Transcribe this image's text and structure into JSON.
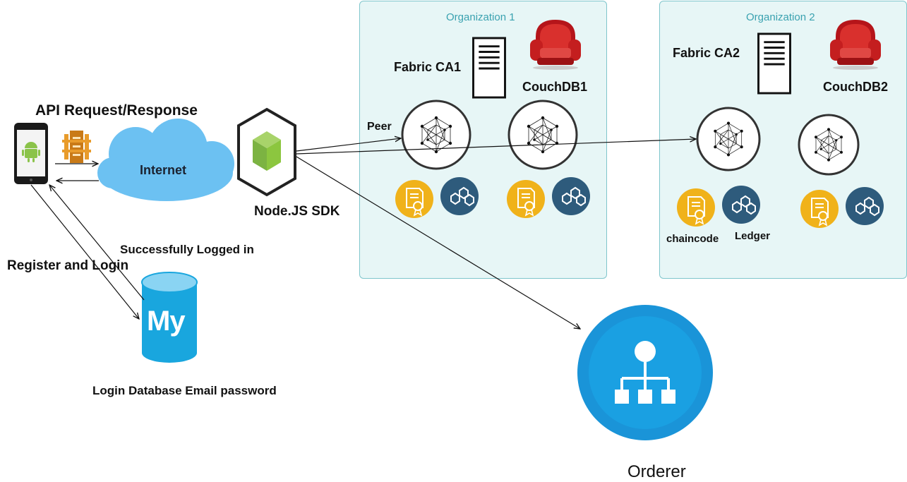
{
  "labels": {
    "api": "API Request/Response",
    "internet": "Internet",
    "sdk": "Node.JS SDK",
    "logged_in": "Successfully Logged in",
    "register": "Register and Login",
    "database": "Login Database Email password",
    "db_logo": "My",
    "orderer": "Orderer",
    "peer": "Peer",
    "chaincode": "chaincode",
    "ledger": "Ledger"
  },
  "organizations": [
    {
      "title": "Organization 1",
      "ca": "Fabric CA1",
      "couchdb": "CouchDB1"
    },
    {
      "title": "Organization 2",
      "ca": "Fabric CA2",
      "couchdb": "CouchDB2"
    }
  ],
  "colors": {
    "org_fill": "#e7f6f6",
    "org_border": "#7fc6cc",
    "org_title": "#3aa2b0",
    "cloud": "#6cc1f2",
    "chaincode_badge": "#f0b21a",
    "ledger_badge": "#2e5b7c",
    "orderer": "#1a94d8",
    "database": "#19a6de",
    "sdk": "#8cc63f",
    "couch": "#c0191b"
  }
}
